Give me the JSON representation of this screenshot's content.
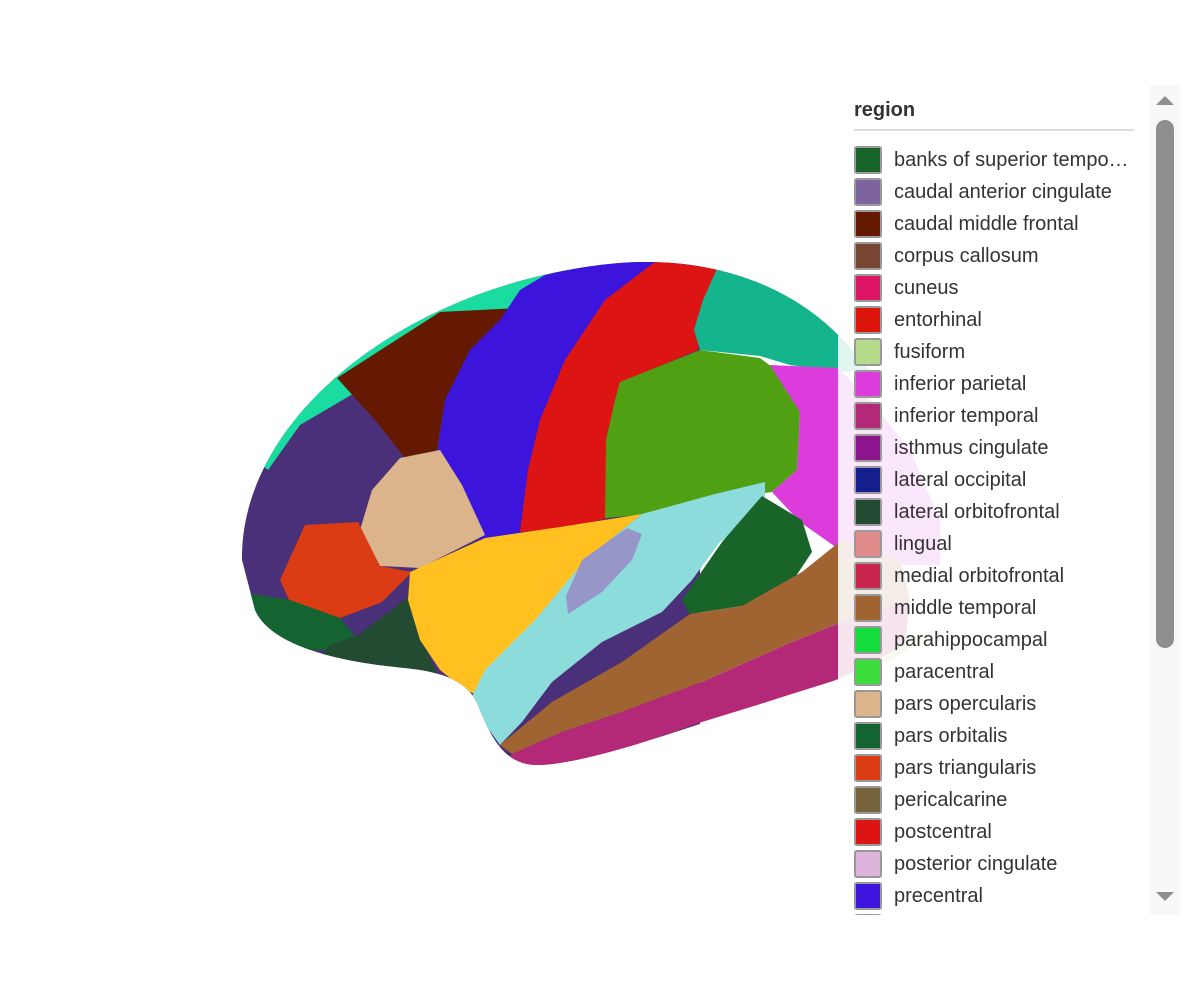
{
  "legend": {
    "title": "region",
    "items": [
      {
        "label": "banks of superior tempo…",
        "color": "#196428"
      },
      {
        "label": "caudal anterior cingulate",
        "color": "#7d64a0"
      },
      {
        "label": "caudal middle frontal",
        "color": "#641900"
      },
      {
        "label": "corpus callosum",
        "color": "#784632"
      },
      {
        "label": "cuneus",
        "color": "#dc1464"
      },
      {
        "label": "entorhinal",
        "color": "#dc140a"
      },
      {
        "label": "fusiform",
        "color": "#b4dc8c"
      },
      {
        "label": "inferior parietal",
        "color": "#dc3cdc"
      },
      {
        "label": "inferior temporal",
        "color": "#b42878"
      },
      {
        "label": "isthmus cingulate",
        "color": "#8c148c"
      },
      {
        "label": "lateral occipital",
        "color": "#141e8c"
      },
      {
        "label": "lateral orbitofrontal",
        "color": "#234b32"
      },
      {
        "label": "lingual",
        "color": "#e18c8c"
      },
      {
        "label": "medial orbitofrontal",
        "color": "#c8234b"
      },
      {
        "label": "middle temporal",
        "color": "#a06432"
      },
      {
        "label": "parahippocampal",
        "color": "#14dc3c"
      },
      {
        "label": "paracentral",
        "color": "#3cdc3c"
      },
      {
        "label": "pars opercularis",
        "color": "#dcb48c"
      },
      {
        "label": "pars orbitalis",
        "color": "#146432"
      },
      {
        "label": "pars triangularis",
        "color": "#dc3c14"
      },
      {
        "label": "pericalcarine",
        "color": "#78643c"
      },
      {
        "label": "postcentral",
        "color": "#dc1414"
      },
      {
        "label": "posterior cingulate",
        "color": "#dcb4dc"
      },
      {
        "label": "precentral",
        "color": "#3c14dc"
      }
    ],
    "partial_next_swatch_color": "#a08cb4"
  },
  "surface_colors": {
    "rostral_band": "#4a3079",
    "superior_band": "#1adca0",
    "parietal_upper": "#14b48c",
    "parietal_green": "#50a014",
    "insula_yellow": "#ffc020",
    "temporal_upper": "#8cdcdc",
    "temporal_small": "#9696c8"
  }
}
